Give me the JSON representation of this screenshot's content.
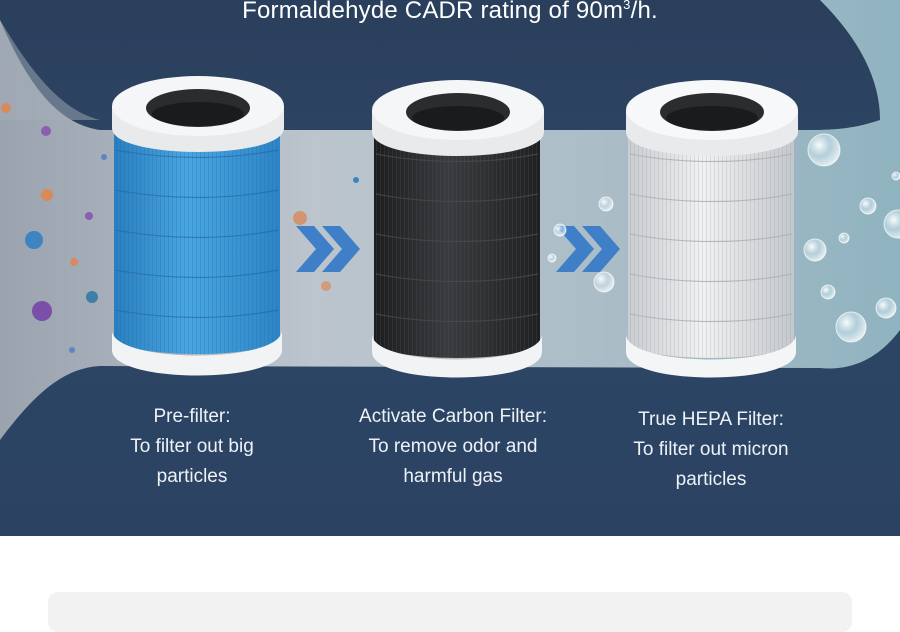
{
  "headline": {
    "text": "Formaldehyde CADR rating of 90m",
    "sup": "3",
    "tail": "/h."
  },
  "filters": [
    {
      "name": "pre-filter",
      "title": "Pre-filter:",
      "line1": "To filter out big",
      "line2": "particles",
      "color": "#3d9ad6"
    },
    {
      "name": "carbon-filter",
      "title": "Activate Carbon Filter:",
      "line1": "To remove odor and",
      "line2": "harmful gas",
      "color": "#2c2c2e"
    },
    {
      "name": "hepa-filter",
      "title": "True HEPA Filter:",
      "line1": "To filter out micron",
      "line2": "particles",
      "color": "#e4e6e8"
    }
  ],
  "colors": {
    "background": "#2e4766",
    "flow": "#b9c3cc",
    "arrow": "#3f7fc8"
  }
}
